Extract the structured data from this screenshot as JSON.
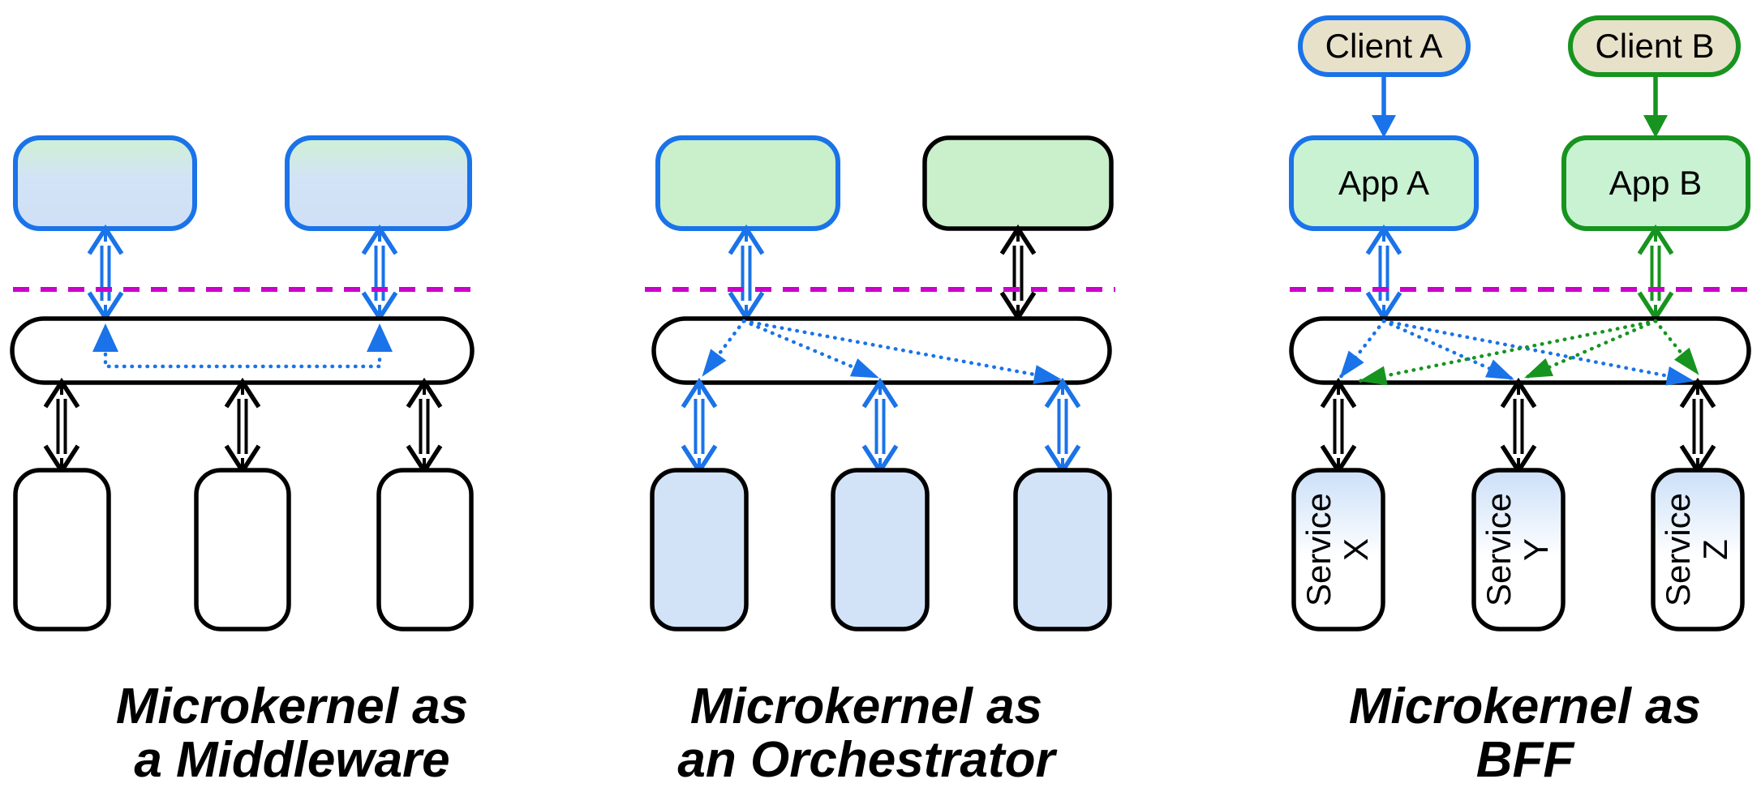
{
  "colors": {
    "blue": "#1a73e8",
    "green": "#17941f",
    "magenta": "#cc00cc",
    "black": "#000000",
    "tan_fill": "#e8e1c9",
    "light_green_fill": "#c9efcb",
    "app_green_fill": "#c9f2d3",
    "light_blue_fill": "#d2e3f8",
    "grad_green_top": "#d0f0d2",
    "grad_blue_mid": "#d2e3f7",
    "grad_blue_bottom": "#cfe0f6",
    "service_blue_top": "#cbdff8",
    "white": "#ffffff"
  },
  "panels": [
    {
      "id": "middleware",
      "title_line1": "Microkernel as",
      "title_line2": "a Middleware"
    },
    {
      "id": "orchestrator",
      "title_line1": "Microkernel as",
      "title_line2": "an Orchestrator"
    },
    {
      "id": "bff",
      "title_line1": "Microkernel as",
      "title_line2": "BFF",
      "clients": [
        {
          "label": "Client A"
        },
        {
          "label": "Client B"
        }
      ],
      "apps": [
        {
          "label": "App A"
        },
        {
          "label": "App B"
        }
      ],
      "services": [
        {
          "name": "Service",
          "suffix": "X"
        },
        {
          "name": "Service",
          "suffix": "Y"
        },
        {
          "name": "Service",
          "suffix": "Z"
        }
      ]
    }
  ]
}
